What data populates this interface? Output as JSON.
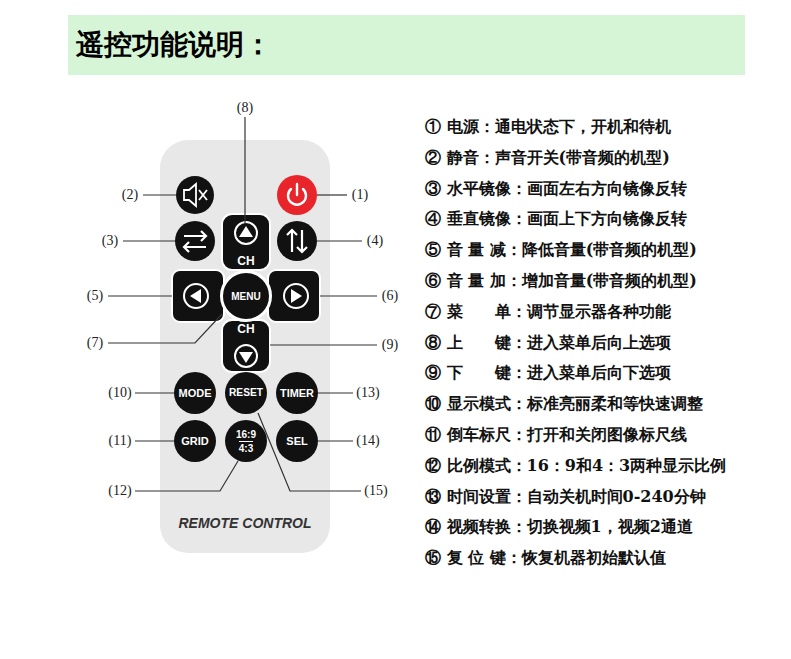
{
  "diagram": {
    "title": "遥控功能说明：",
    "nodes": [
      {
        "text": [
          "REMOTE CONTROL"
        ]
      },
      {
        "text": [
          "CH"
        ],
        "in": 0
      },
      {
        "text": [
          "MENU"
        ],
        "in": 0
      },
      {
        "text": [
          "CH"
        ],
        "in": 0
      },
      {
        "text": [
          "MODE"
        ],
        "in": 0
      },
      {
        "text": [
          "RESET"
        ],
        "in": 0
      },
      {
        "text": [
          "TIMER"
        ],
        "in": 0
      },
      {
        "text": [
          "GRID"
        ],
        "in": 0
      },
      {
        "text": [
          "16:9",
          "4:3"
        ],
        "in": 0
      },
      {
        "text": [
          "SEL"
        ],
        "in": 0
      }
    ],
    "labels": [
      "(8)",
      "(2)",
      "(1)",
      "(3)",
      "(4)",
      "(5)",
      "(6)",
      "(7)",
      "(9)",
      "(10)",
      "(13)",
      "(11)",
      "(14)",
      "(12)",
      "(15)",
      "① 电源：通电状态下，开机和待机",
      "② 静音：声音开关(带音频的机型)",
      "③ 水平镜像：画面左右方向镜像反转",
      "④ 垂直镜像：画面上下方向镜像反转",
      "⑤ 音 量 减：降低音量(带音频的机型)",
      "⑥ 音 量 加：增加音量(带音频的机型)",
      "⑦ 菜　　单：调节显示器各种功能",
      "⑧ 上　　键：进入菜单后向上选项",
      "⑨ 下　　键：进入菜单后向下选项",
      "⑩ 显示模式：标准亮丽柔和等快速调整",
      "⑪ 倒车标尺：打开和关闭图像标尺线",
      "⑫ 比例模式：16：9和4：3两种显示比例",
      "⑬ 时间设置：自动关机时间0-240分钟",
      "⑭ 视频转换：切换视频1，视频2通道",
      "⑮ 复 位 键：恢复机器初始默认值"
    ]
  }
}
